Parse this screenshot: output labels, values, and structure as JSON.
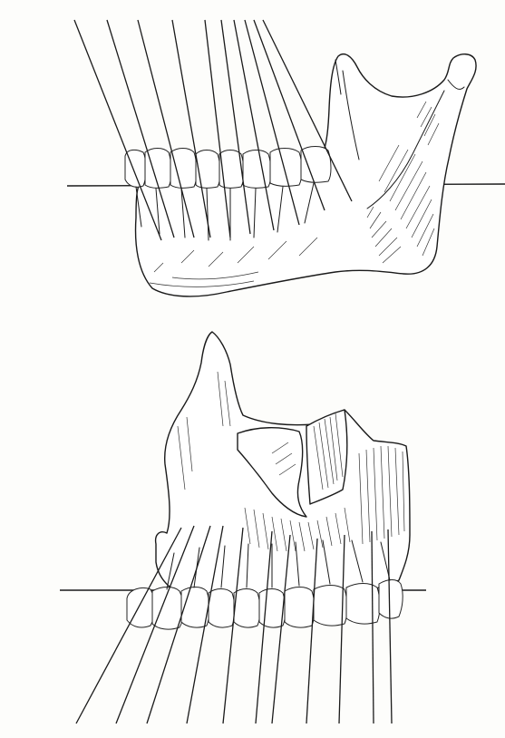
{
  "figure": {
    "description_visible_text": "",
    "panels": [
      {
        "id": "mandible",
        "ray_count": 10
      },
      {
        "id": "maxilla",
        "ray_count": 10
      }
    ],
    "colors": {
      "ink": "#1a1a1a",
      "paper": "#fdfdfb"
    }
  }
}
